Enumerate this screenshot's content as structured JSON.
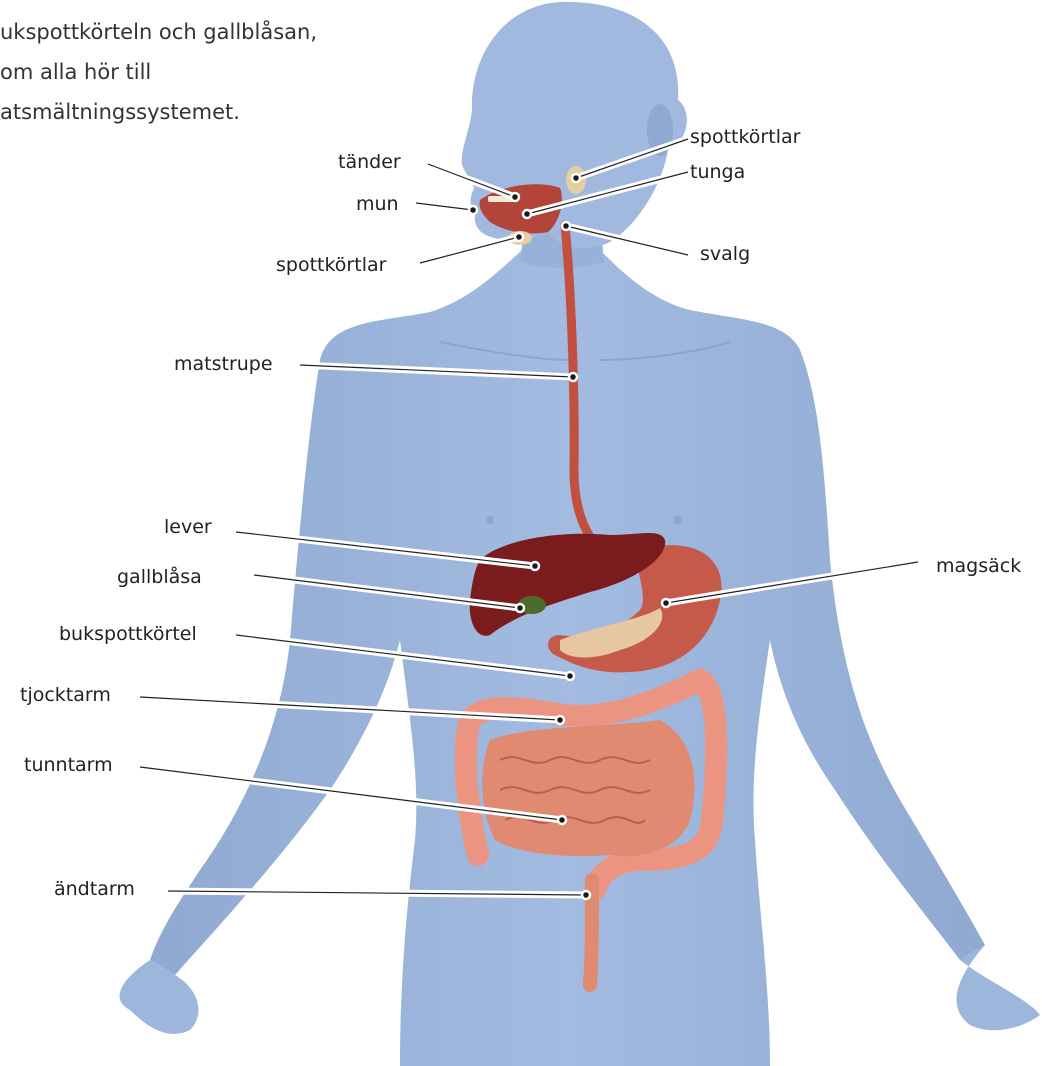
{
  "intro_lines": [
    "ukspottkörteln och gallblåsan,",
    "om alla hör till",
    "atsmältningssystemet."
  ],
  "labels": {
    "spottkortlar_right": "spottkörtlar",
    "tander": "tänder",
    "tunga": "tunga",
    "mun": "mun",
    "svalg": "svalg",
    "spottkortlar_left": "spottkörtlar",
    "matstrupe": "matstrupe",
    "lever": "lever",
    "magsack": "magsäck",
    "gallblasa": "gallblåsa",
    "bukspottkortel": "bukspottkörtel",
    "tjocktarm": "tjocktarm",
    "tunntarm": "tunntarm",
    "andtarm": "ändtarm"
  },
  "colors": {
    "skin": "#9db6dc",
    "skin_shadow": "#8aa5cf",
    "organ_red": "#b3443a",
    "liver": "#7a1c1e",
    "stomach": "#c65a4a",
    "intestine": "#e08a72",
    "colon": "#ec9482",
    "gallbladder": "#4d6b2c",
    "pancreas": "#e6c7a2"
  }
}
